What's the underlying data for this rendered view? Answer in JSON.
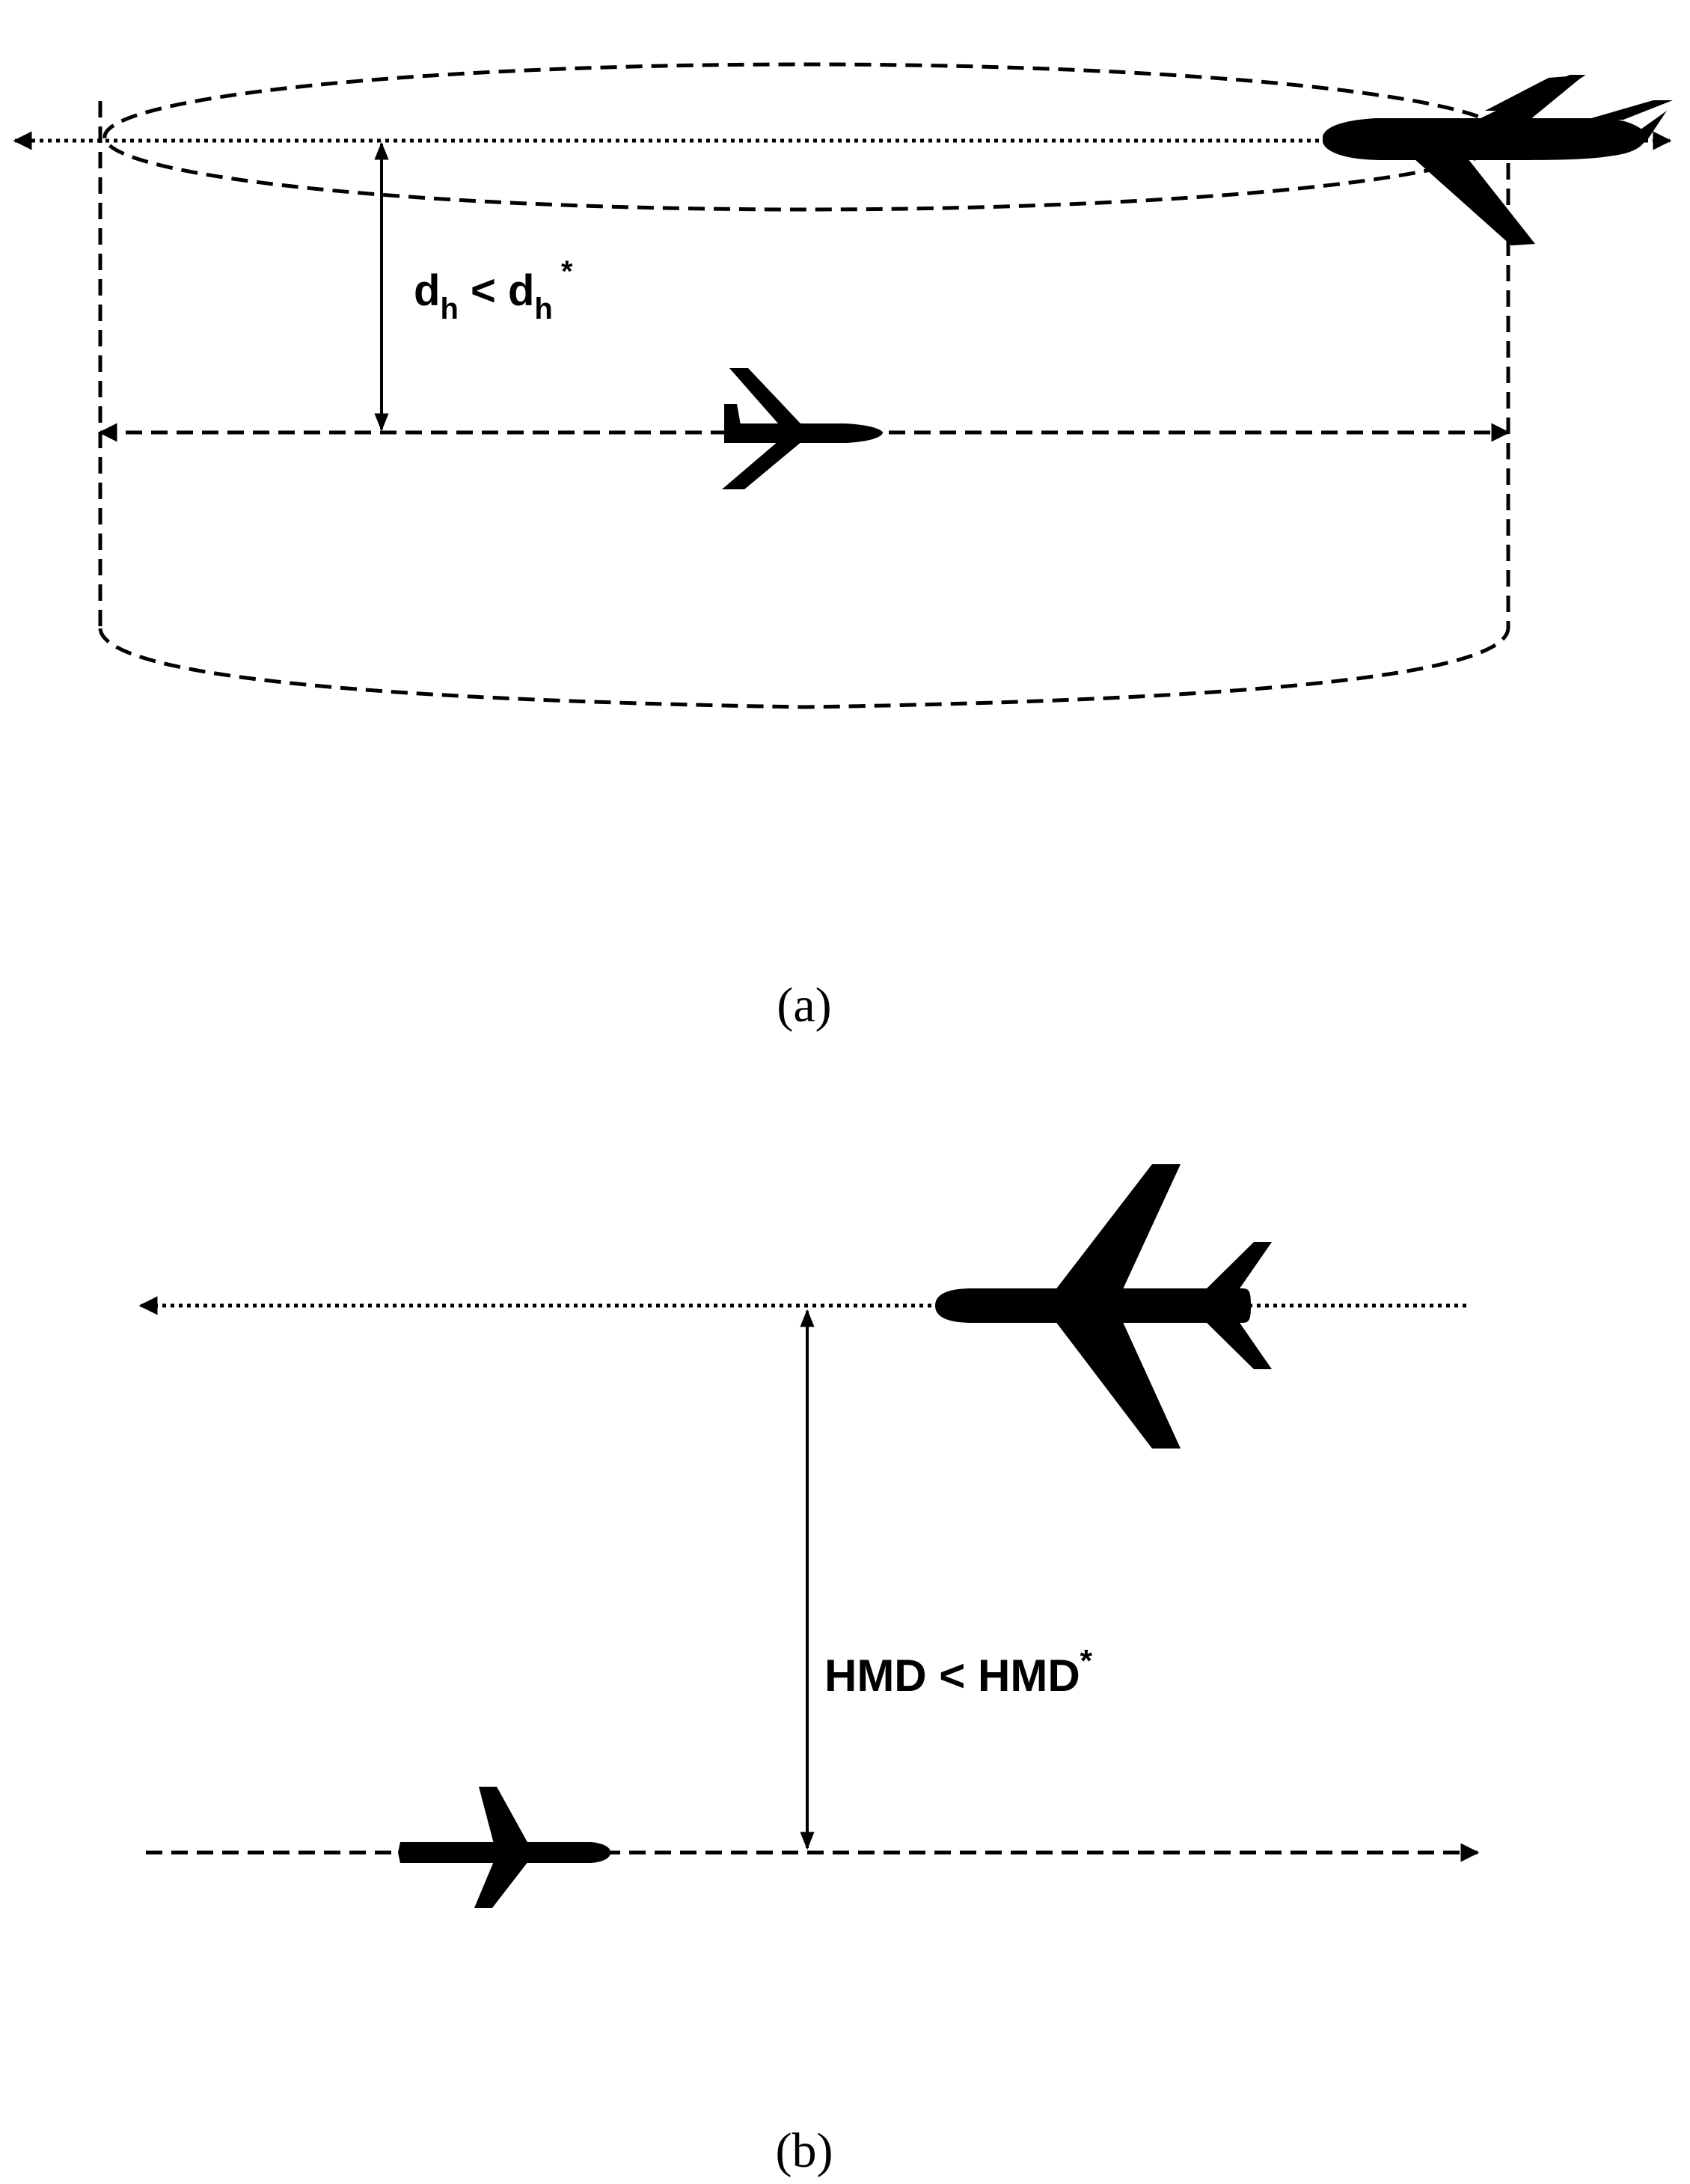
{
  "panel_a": {
    "label_main": "d",
    "label_sub": "h",
    "label_lt": " < d",
    "label_sub2": "h",
    "label_star": " *",
    "caption": "(a)"
  },
  "panel_b": {
    "label_main": "HMD < HMD",
    "label_star": "*",
    "caption": "(b)"
  }
}
